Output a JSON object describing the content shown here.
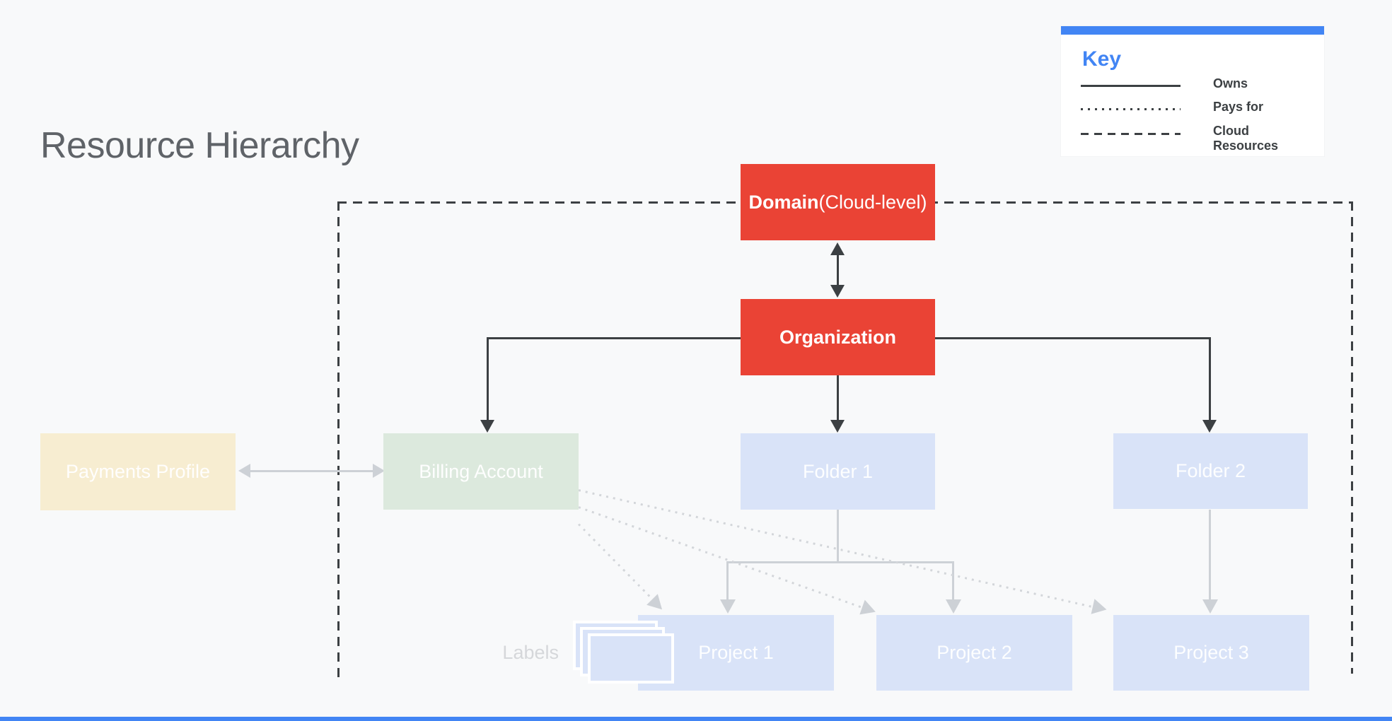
{
  "title": "Resource Hierarchy",
  "key": {
    "title": "Key",
    "items": [
      {
        "label": "Owns",
        "style": "solid"
      },
      {
        "label": "Pays for",
        "style": "dotted"
      },
      {
        "label": "Cloud Resources",
        "style": "dashed"
      }
    ]
  },
  "nodes": {
    "domain": {
      "bold": "Domain",
      "rest": " (Cloud-level)"
    },
    "organization": "Organization",
    "payments_profile": "Payments Profile",
    "billing_account": "Billing Account",
    "folder1": "Folder 1",
    "folder2": "Folder 2",
    "project1": "Project 1",
    "project2": "Project 2",
    "project3": "Project 3"
  },
  "labels_caption": "Labels",
  "colors": {
    "background": "#F8F9FA",
    "node_red": "#EA4335",
    "accent_blue": "#4285F4",
    "node_blue": "#D9E3F8",
    "node_green": "#DCE9DD",
    "node_tan": "#F7EDD1",
    "dark_line": "#3C4043",
    "gray_line": "#CDD1D6",
    "title_text": "#5F6368"
  }
}
